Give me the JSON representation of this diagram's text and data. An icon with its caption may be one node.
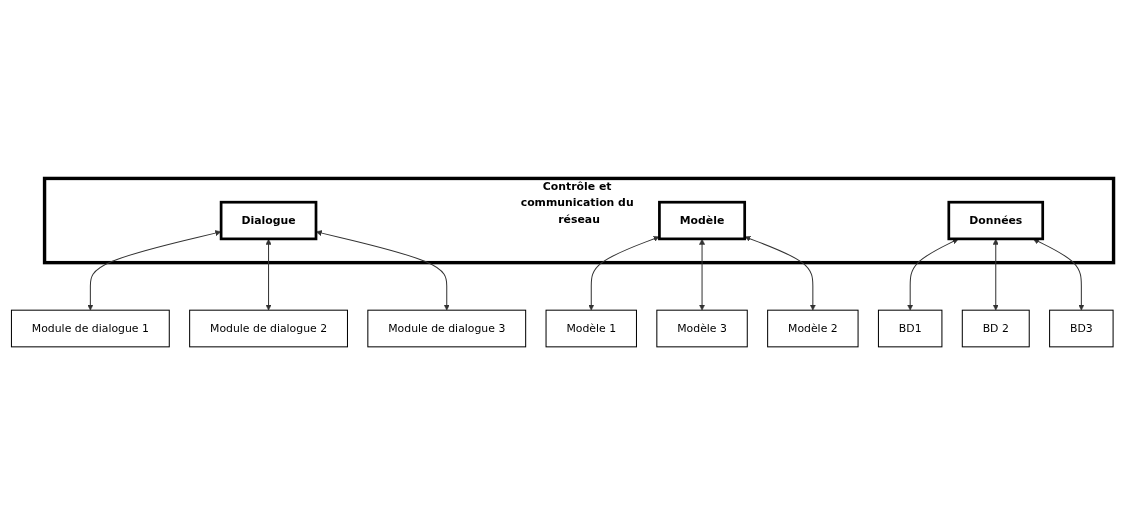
{
  "diagram": {
    "nodes": [
      {
        "text": [
          "Contrôle et communication du réseau"
        ]
      },
      {
        "text": [
          "Dialogue"
        ],
        "in": 0
      },
      {
        "text": [
          "Modèle"
        ],
        "in": 0
      },
      {
        "text": [
          "Données"
        ],
        "in": 0
      },
      {
        "text": [
          "Module de dialogue 1"
        ]
      },
      {
        "text": [
          "Modèle 1"
        ]
      },
      {
        "text": [
          "BD1"
        ]
      },
      {
        "text": [
          "Module de dialogue 2"
        ]
      },
      {
        "text": [
          "Modèle 2"
        ]
      },
      {
        "text": [
          "BD 2"
        ]
      },
      {
        "text": [
          "Module de dialogue 3"
        ]
      },
      {
        "text": [
          "Modèle 3"
        ]
      },
      {
        "text": [
          "BD3"
        ]
      }
    ],
    "edges": [
      {
        "from": 1,
        "to": 4,
        "arrow": "both"
      },
      {
        "from": 2,
        "to": 5,
        "arrow": "both"
      },
      {
        "from": 3,
        "to": 6,
        "arrow": "both"
      },
      {
        "from": 1,
        "to": 7,
        "arrow": "both"
      },
      {
        "from": 1,
        "to": 10,
        "arrow": "both"
      },
      {
        "from": 2,
        "to": 11,
        "arrow": "both"
      },
      {
        "from": 2,
        "to": 8,
        "arrow": "both"
      },
      {
        "from": 3,
        "to": 9,
        "arrow": "both"
      },
      {
        "from": 3,
        "to": 12,
        "arrow": "both"
      }
    ]
  }
}
